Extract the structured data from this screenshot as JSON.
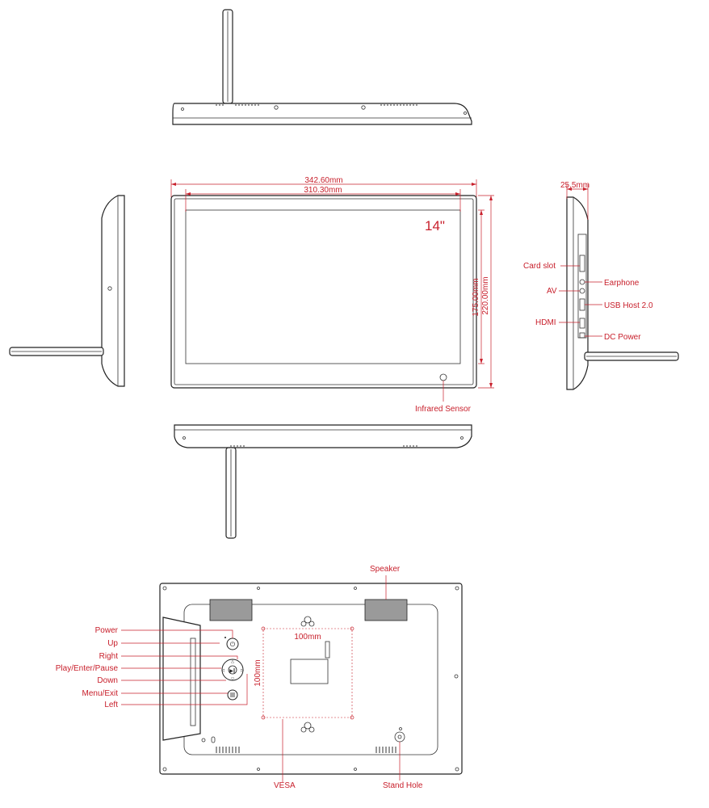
{
  "diagram": {
    "screen_size": "14\"",
    "dimensions": {
      "outer_width": "342.60mm",
      "inner_width": "310.30mm",
      "inner_height": "175.00mm",
      "outer_height": "220.00mm",
      "depth": "25.5mm",
      "vesa": "100mm"
    },
    "side_ports": {
      "card_slot": "Card slot",
      "earphone": "Earphone",
      "av": "AV",
      "usb": "USB Host 2.0",
      "hdmi": "HDMI",
      "dc_power": "DC Power"
    },
    "front": {
      "infrared": "Infrared Sensor"
    },
    "back": {
      "speaker": "Speaker",
      "vesa_label": "VESA",
      "stand_hole": "Stand Hole"
    },
    "buttons": {
      "power": "Power",
      "up": "Up",
      "right": "Right",
      "play": "Play/Enter/Pause",
      "down": "Down",
      "menu": "Menu/Exit",
      "left": "Left"
    }
  }
}
